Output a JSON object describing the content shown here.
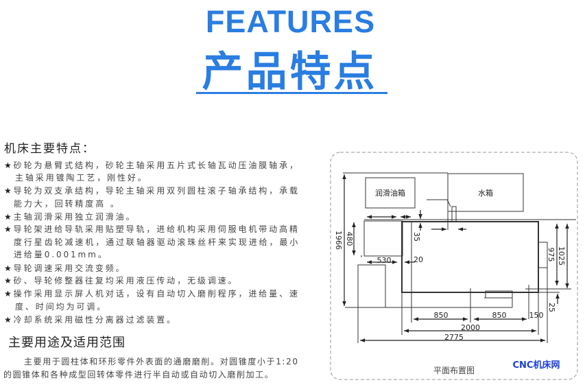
{
  "header": {
    "title_en": "FEATURES",
    "title_cn": "产品特点",
    "accent": "#2a7de1"
  },
  "features": {
    "heading": "机床主要特点：",
    "bullet": "★",
    "items": [
      {
        "lines": [
          "砂轮为悬臂式结构，砂轮主轴采用五片式长轴瓦动压油膜轴承，",
          "主轴采用镀陶工艺，刚性好。"
        ]
      },
      {
        "lines": [
          "导轮为双支承结构，导轮主轴采用双列圆柱滚子轴承结构，承载",
          "能力大，回转精度高 。"
        ]
      },
      {
        "lines": [
          "主轴润滑采用独立润滑油。"
        ]
      },
      {
        "lines": [
          "导轮架进给导轨采用贴塑导轨，进给机构采用伺服电机带动高精",
          "度行星齿轮减速机，通过联轴器驱动滚珠丝杆来实现进给，最小",
          "进给量0.001mm。"
        ]
      },
      {
        "lines": [
          "导轮调速采用交流变频。"
        ]
      },
      {
        "lines": [
          "砂、导轮修整器往复均采用液压传动，无级调速。"
        ]
      },
      {
        "lines": [
          "操作采用显示屏人机对话，设有自动切入磨削程序，进给量、速",
          "度、时间均为可调。"
        ]
      },
      {
        "lines": [
          "冷却系统采用磁性分离器过滤装置。"
        ]
      }
    ]
  },
  "usage": {
    "heading": "主要用途及适用范围",
    "lines": [
      "主要用于圆柱体和环形零件外表面的通磨磨削。对圆锥度小于1:20",
      "的圆锥体和各种成型回转体零件进行半自动或自动切入磨削加工。"
    ]
  },
  "diagram": {
    "caption": "平面布置图",
    "watermark": "CNC机床网",
    "watermark_color": "#1a3fd6",
    "labels": {
      "oil_tank": "润滑油箱",
      "water_tank": "水箱"
    },
    "dimensions": {
      "total_depth": "1966",
      "box_depth": "480",
      "box_width": "530",
      "gap_top": "35",
      "gap_side": "20",
      "depth_inner": "975",
      "depth_outer": "1025",
      "offset": "25",
      "left_half": "850",
      "right_half": "850",
      "edge": "150",
      "machine_width": "2000",
      "total_width": "2775"
    }
  }
}
